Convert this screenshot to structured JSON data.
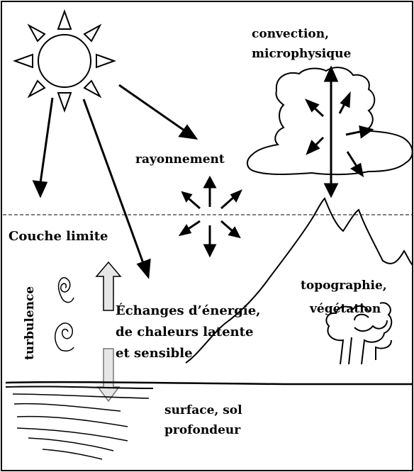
{
  "labels": {
    "convection_line1": "convection,",
    "convection_line2": "microphysique",
    "rayonnement": "rayonnement",
    "couche_limite": "Couche limite",
    "turbulence": "turbulence",
    "echanges_line1": "Échanges d’énergie,",
    "echanges_line2": "de chaleurs latente",
    "echanges_line3": "et sensible",
    "topographie": "topographie,",
    "vegetation": "végétation",
    "surface_line1": "surface, sol",
    "surface_line2": "profondeur"
  },
  "icons": [
    "sun-icon",
    "cloud-icon",
    "mountain-icon",
    "tree-icon",
    "turbulence-spiral-icon",
    "soil-layers-icon",
    "radiation-burst-icon"
  ],
  "colors": {
    "ink": "#000000",
    "background": "#ffffff",
    "flux_arrow_fill": "#e6e6e6"
  }
}
